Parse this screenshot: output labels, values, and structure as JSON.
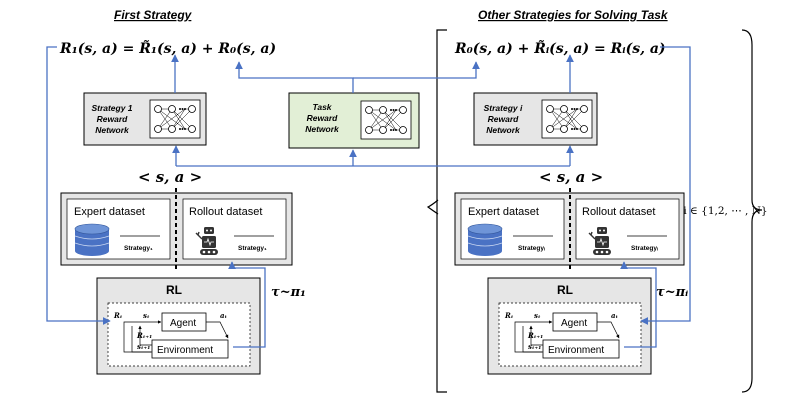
{
  "titles": {
    "first": "First Strategy",
    "other": "Other Strategies for Solving Task"
  },
  "equations": {
    "left": "R₁(s, a) = R̃₁(s, a) + R₀(s, a)",
    "right": "R₀(s, a) + R̃ᵢ(s, a) = Rᵢ(s, a)"
  },
  "networks": {
    "strategy1": [
      "Strategy 1",
      "Reward",
      "Network"
    ],
    "task": [
      "Task",
      "Reward",
      "Network"
    ],
    "strategyi": [
      "Strategy i",
      "Reward",
      "Network"
    ]
  },
  "state_action": "< s, a >",
  "datasets": {
    "expert": "Expert dataset",
    "rollout": "Rollout dataset",
    "strategy_left": "Strategy₁",
    "strategy_right": "Strategyᵢ"
  },
  "rl": {
    "title": "RL",
    "agent": "Agent",
    "environment": "Environment",
    "r_t": "Rₜ",
    "s_t": "sₜ",
    "a_t": "aₜ",
    "r_t1": "Rₜ₊₁",
    "s_t1": "sₜ₊₁"
  },
  "policy": {
    "left": "τ~π₁",
    "right": "τ~πᵢ"
  },
  "quantifier": "∀i ∈ {1,2, ⋯ , N}",
  "colors": {
    "wire": "#4a72c4",
    "panel": "#e6e6e6",
    "task_net": "#e2efd6",
    "cylinder": "#4a72c4"
  }
}
